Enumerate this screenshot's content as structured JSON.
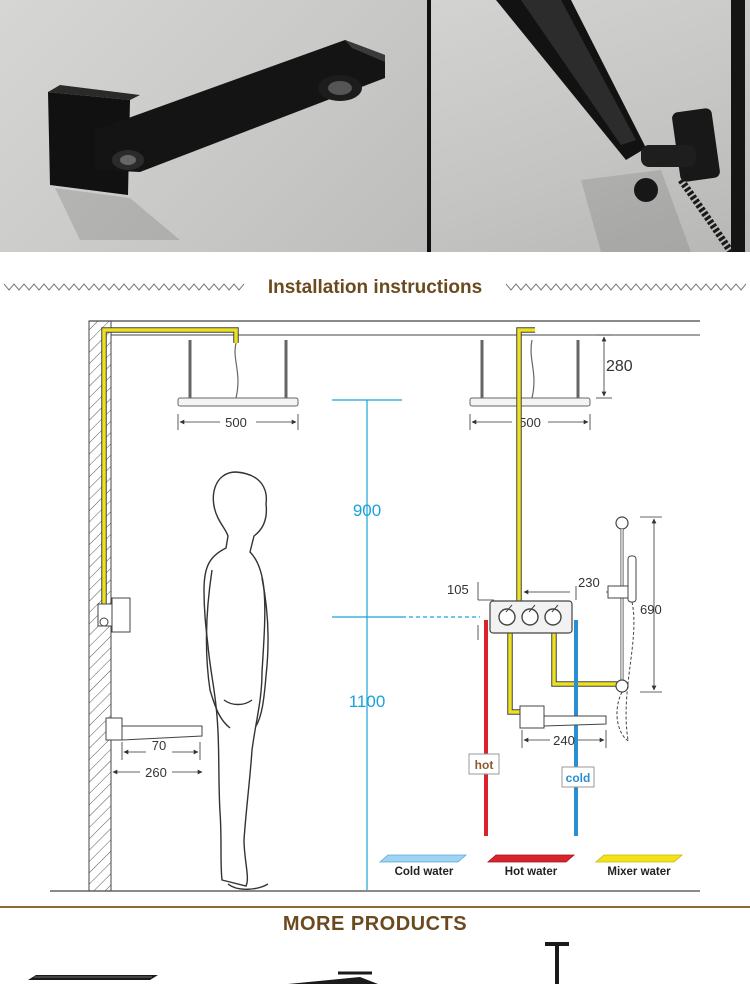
{
  "section_title": "Installation instructions",
  "more_title": "MORE PRODUCTS",
  "dimensions": {
    "ceiling_gap": "280",
    "head_width_left": "500",
    "head_width_right": "500",
    "head_to_valve": "900",
    "floor_to_valve": "1100",
    "valve_side": "105",
    "valve_to_bar": "230",
    "slide_bar_height": "690",
    "spout_length": "240",
    "spout_projection": "70",
    "spout_from_wall": "260"
  },
  "pipe_labels": {
    "hot": "hot",
    "cold": "cold"
  },
  "legend": [
    {
      "label": "Cold water",
      "color": "#9fd3f2"
    },
    {
      "label": "Hot water",
      "color": "#d9232d"
    },
    {
      "label": "Mixer water",
      "color": "#f2e21b"
    }
  ],
  "colors": {
    "pipe_yellow": "#ece020",
    "pipe_red": "#d9232d",
    "pipe_blue": "#2a8fd0",
    "guide_cyan": "#1aa3d9",
    "heading_brown": "#6b4a1f"
  }
}
